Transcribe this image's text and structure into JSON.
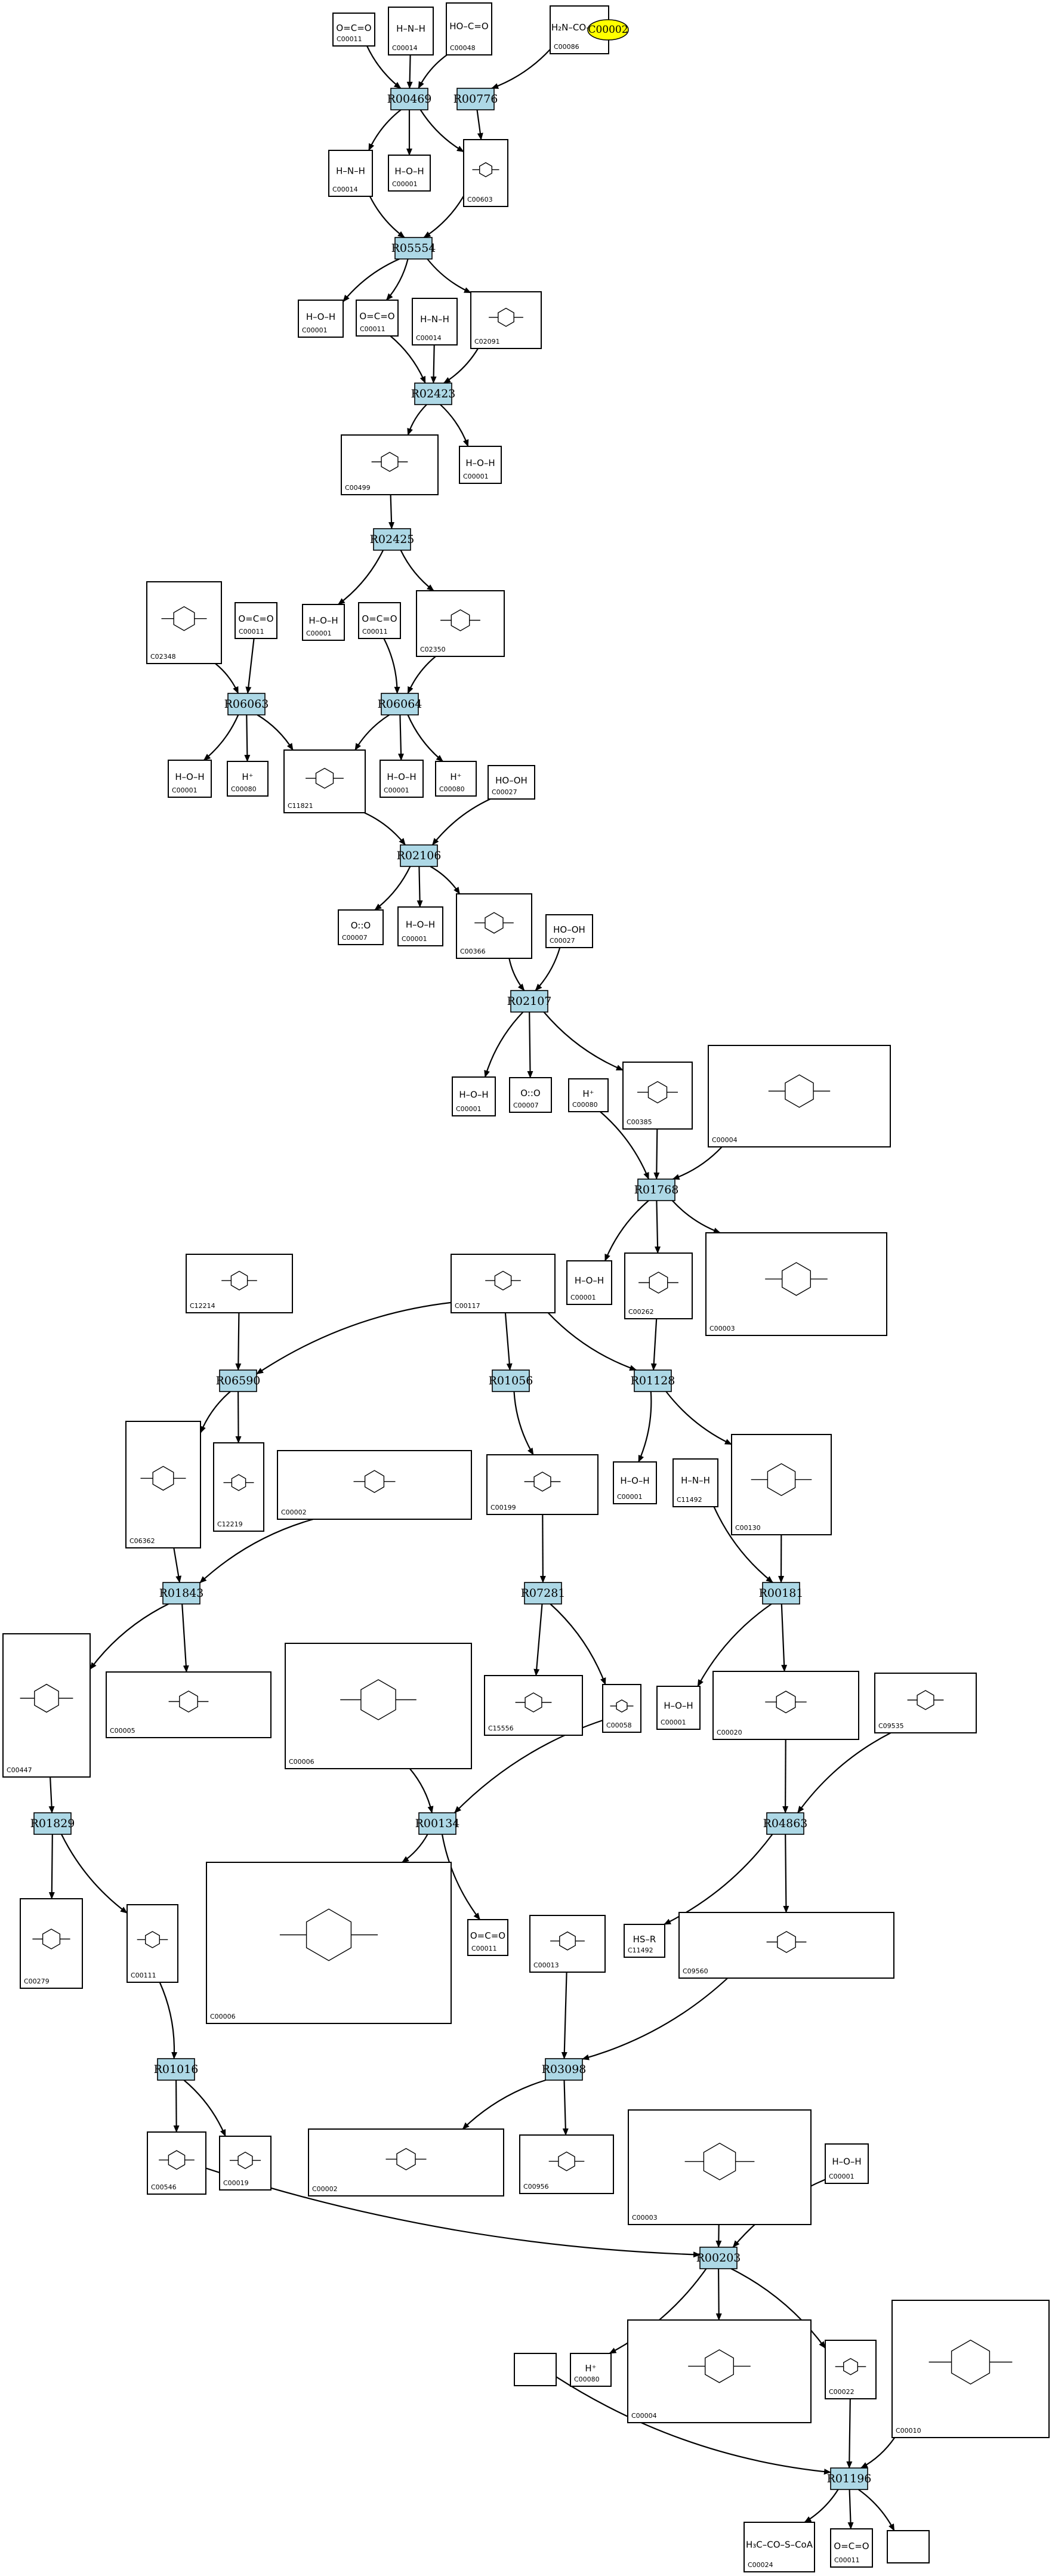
{
  "diagram": {
    "highlight_node": {
      "id": "C00002"
    },
    "colors": {
      "reaction_fill": "#add8e6",
      "highlight_fill": "#ffff00",
      "edge": "#000000",
      "compound_fill": "#ffffff"
    },
    "reactions": [
      {
        "id": "R00469",
        "label": "R00469"
      },
      {
        "id": "R00776",
        "label": "R00776"
      },
      {
        "id": "R05554",
        "label": "R05554"
      },
      {
        "id": "R02423",
        "label": "R02423"
      },
      {
        "id": "R02425",
        "label": "R02425"
      },
      {
        "id": "R06063",
        "label": "R06063"
      },
      {
        "id": "R06064",
        "label": "R06064"
      },
      {
        "id": "R02106",
        "label": "R02106"
      },
      {
        "id": "R02107",
        "label": "R02107"
      },
      {
        "id": "R01768",
        "label": "R01768"
      },
      {
        "id": "R06590",
        "label": "R06590"
      },
      {
        "id": "R01056",
        "label": "R01056"
      },
      {
        "id": "R01128",
        "label": "R01128"
      },
      {
        "id": "R01843",
        "label": "R01843"
      },
      {
        "id": "R07281",
        "label": "R07281"
      },
      {
        "id": "R00181",
        "label": "R00181"
      },
      {
        "id": "R01829",
        "label": "R01829"
      },
      {
        "id": "R00134",
        "label": "R00134"
      },
      {
        "id": "R04863",
        "label": "R04863"
      },
      {
        "id": "R01016",
        "label": "R01016"
      },
      {
        "id": "R03098",
        "label": "R03098"
      },
      {
        "id": "R00203",
        "label": "R00203"
      },
      {
        "id": "R01196",
        "label": "R01196"
      }
    ],
    "compounds": [
      {
        "id": "c-top-co2",
        "code": "C00011",
        "formula": "O=C=O"
      },
      {
        "id": "c-top-nh3",
        "code": "C00014",
        "formula": "H–N–H"
      },
      {
        "id": "c-top-formate",
        "code": "C00048",
        "formula": "HO–C=O"
      },
      {
        "id": "c-top-urea",
        "code": "C00086",
        "formula": "H₂N–CO–NH₂"
      },
      {
        "id": "c-nh3-2",
        "code": "C00014",
        "formula": "H–N–H"
      },
      {
        "id": "c-h2o-1",
        "code": "C00001",
        "formula": "H–O–H"
      },
      {
        "id": "c-00603",
        "code": "C00603",
        "formula": ""
      },
      {
        "id": "c-h2o-2",
        "code": "C00001",
        "formula": "H–O–H"
      },
      {
        "id": "c-co2-2",
        "code": "C00011",
        "formula": "O=C=O"
      },
      {
        "id": "c-nh3-3",
        "code": "C00014",
        "formula": "H–N–H"
      },
      {
        "id": "c-02091",
        "code": "C02091",
        "formula": ""
      },
      {
        "id": "c-h2o-3",
        "code": "C00001",
        "formula": "H–O–H"
      },
      {
        "id": "c-00499",
        "code": "C00499",
        "formula": ""
      },
      {
        "id": "c-02348",
        "code": "C02348",
        "formula": ""
      },
      {
        "id": "c-co2-3",
        "code": "C00011",
        "formula": "O=C=O"
      },
      {
        "id": "c-h2o-4",
        "code": "C00001",
        "formula": "H–O–H"
      },
      {
        "id": "c-co2-4",
        "code": "C00011",
        "formula": "O=C=O"
      },
      {
        "id": "c-02350",
        "code": "C02350",
        "formula": ""
      },
      {
        "id": "c-h2o-5",
        "code": "C00001",
        "formula": "H–O–H"
      },
      {
        "id": "c-h-1",
        "code": "C00080",
        "formula": "H⁺"
      },
      {
        "id": "c-11821",
        "code": "C11821",
        "formula": ""
      },
      {
        "id": "c-h2o-6",
        "code": "C00001",
        "formula": "H–O–H"
      },
      {
        "id": "c-h-2",
        "code": "C00080",
        "formula": "H⁺"
      },
      {
        "id": "c-h2o2-1",
        "code": "C00027",
        "formula": "HO–OH"
      },
      {
        "id": "c-o2-1",
        "code": "C00007",
        "formula": "O::O"
      },
      {
        "id": "c-h2o-7",
        "code": "C00001",
        "formula": "H–O–H"
      },
      {
        "id": "c-00366",
        "code": "C00366",
        "formula": ""
      },
      {
        "id": "c-h2o2-2",
        "code": "C00027",
        "formula": "HO–OH"
      },
      {
        "id": "c-h2o-8",
        "code": "C00001",
        "formula": "H–O–H"
      },
      {
        "id": "c-o2-2",
        "code": "C00007",
        "formula": "O::O"
      },
      {
        "id": "c-h-3",
        "code": "C00080",
        "formula": "H⁺"
      },
      {
        "id": "c-00385",
        "code": "C00385",
        "formula": ""
      },
      {
        "id": "c-nad",
        "code": "C00004",
        "formula": ""
      },
      {
        "id": "c-12214",
        "code": "C12214",
        "formula": ""
      },
      {
        "id": "c-00117",
        "code": "C00117",
        "formula": ""
      },
      {
        "id": "c-h2o-9",
        "code": "C00001",
        "formula": "H–O–H"
      },
      {
        "id": "c-00262",
        "code": "C00262",
        "formula": ""
      },
      {
        "id": "c-nadh-1",
        "code": "C00003",
        "formula": ""
      },
      {
        "id": "c-06362",
        "code": "C06362",
        "formula": ""
      },
      {
        "id": "c-12219",
        "code": "C12219",
        "formula": ""
      },
      {
        "id": "c-atp-1",
        "code": "C00002",
        "formula": ""
      },
      {
        "id": "c-00199",
        "code": "C00199",
        "formula": ""
      },
      {
        "id": "c-h2o-10",
        "code": "C00001",
        "formula": "H–O–H"
      },
      {
        "id": "c-nh3-4",
        "code": "C11492",
        "formula": "H–N–H"
      },
      {
        "id": "c-00130",
        "code": "C00130",
        "formula": ""
      },
      {
        "id": "c-00447",
        "code": "C00447",
        "formula": ""
      },
      {
        "id": "c-nadh-2",
        "code": "C00005",
        "formula": ""
      },
      {
        "id": "c-00006",
        "code": "C00006",
        "formula": ""
      },
      {
        "id": "c-15556",
        "code": "C15556",
        "formula": ""
      },
      {
        "id": "c-00058",
        "code": "C00058",
        "formula": ""
      },
      {
        "id": "c-h2o-11",
        "code": "C00001",
        "formula": "H–O–H"
      },
      {
        "id": "c-00020",
        "code": "C00020",
        "formula": ""
      },
      {
        "id": "c-09535",
        "code": "C09535",
        "formula": ""
      },
      {
        "id": "c-00279",
        "code": "C00279",
        "formula": ""
      },
      {
        "id": "c-00111",
        "code": "C00111",
        "formula": ""
      },
      {
        "id": "c-nadp-big",
        "code": "C00006",
        "formula": ""
      },
      {
        "id": "c-co2-5",
        "code": "C00011",
        "formula": "O=C=O"
      },
      {
        "id": "c-00013",
        "code": "C00013",
        "formula": ""
      },
      {
        "id": "c-11492b",
        "code": "C11492",
        "formula": "HS–R"
      },
      {
        "id": "c-09560",
        "code": "C09560",
        "formula": ""
      },
      {
        "id": "c-00546",
        "code": "C00546",
        "formula": ""
      },
      {
        "id": "c-00019",
        "code": "C00019",
        "formula": ""
      },
      {
        "id": "c-atp-2",
        "code": "C00002",
        "formula": ""
      },
      {
        "id": "c-00956",
        "code": "C00956",
        "formula": ""
      },
      {
        "id": "c-nadh-3",
        "code": "C00003",
        "formula": ""
      },
      {
        "id": "c-h2o-12",
        "code": "C00001",
        "formula": "H–O–H"
      },
      {
        "id": "c-empty-1",
        "code": "",
        "formula": ""
      },
      {
        "id": "c-h-4",
        "code": "C00080",
        "formula": "H⁺"
      },
      {
        "id": "c-nadh-4",
        "code": "C00004",
        "formula": ""
      },
      {
        "id": "c-00022",
        "code": "C00022",
        "formula": ""
      },
      {
        "id": "c-00010",
        "code": "C00010",
        "formula": ""
      },
      {
        "id": "c-00024",
        "code": "C00024",
        "formula": "H₃C–CO–S–CoA"
      },
      {
        "id": "c-co2-6",
        "code": "C00011",
        "formula": "O=C=O"
      },
      {
        "id": "c-empty-2",
        "code": "",
        "formula": ""
      }
    ]
  }
}
